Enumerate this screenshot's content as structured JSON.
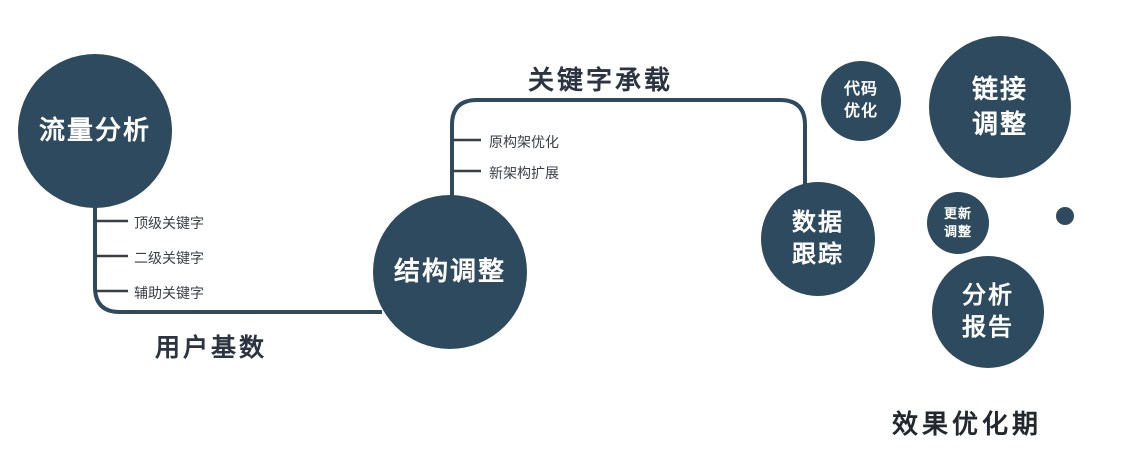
{
  "colors": {
    "primary": "#2e4a5e",
    "text_dark": "#2b3440",
    "node_text": "#ffffff"
  },
  "nodes": {
    "traffic": {
      "label": "流量分析"
    },
    "structure": {
      "label": "结构调整"
    },
    "data_tracking": {
      "line1": "数据",
      "line2": "跟踪"
    },
    "code_opt": {
      "line1": "代码",
      "line2": "优化"
    },
    "link_adjust": {
      "line1": "链接",
      "line2": "调整"
    },
    "update_adjust": {
      "line1": "更新",
      "line2": "调整"
    },
    "analysis_report": {
      "line1": "分析",
      "line2": "报告"
    }
  },
  "branches": {
    "top_keyword": "顶级关键字",
    "second_keyword": "二级关键字",
    "aux_keyword": "辅助关键字",
    "orig_arch": "原构架优化",
    "new_arch": "新架构扩展"
  },
  "edges": {
    "user_base": "用户基数",
    "keyword_carry": "关键字承载"
  },
  "caption": "效果优化期"
}
